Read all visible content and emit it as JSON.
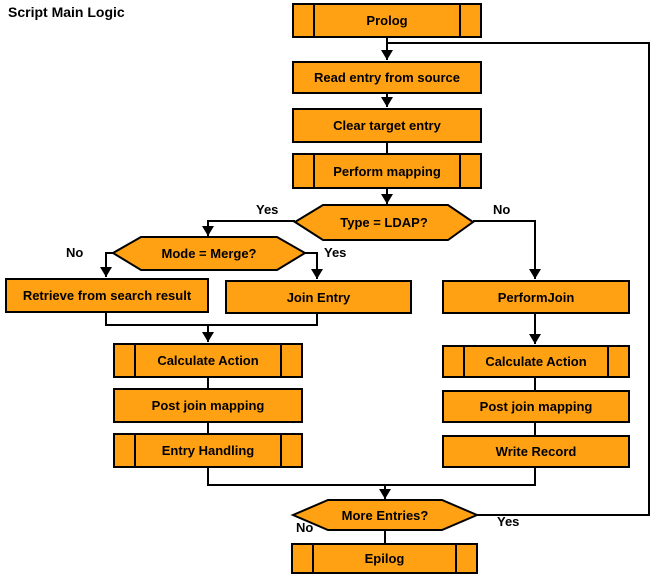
{
  "title": "Script Main Logic",
  "colors": {
    "node_fill": "#FFA113",
    "line": "#000000",
    "bg": "#FFFFFF",
    "text": "#000000"
  },
  "flowchart": {
    "nodes": {
      "prolog": {
        "label": "Prolog",
        "type": "predefined-process"
      },
      "read_entry": {
        "label": "Read entry from source",
        "type": "process"
      },
      "clear_target": {
        "label": "Clear target entry",
        "type": "process"
      },
      "perform_mapping": {
        "label": "Perform mapping",
        "type": "predefined-process"
      },
      "type_ldap": {
        "label": "Type = LDAP?",
        "type": "decision"
      },
      "mode_merge": {
        "label": "Mode = Merge?",
        "type": "decision"
      },
      "retrieve_search": {
        "label": "Retrieve from search result",
        "type": "process"
      },
      "join_entry": {
        "label": "Join Entry",
        "type": "process"
      },
      "perform_join": {
        "label": "PerformJoin",
        "type": "process"
      },
      "calculate_action_left": {
        "label": "Calculate Action",
        "type": "predefined-process"
      },
      "post_join_mapping_left": {
        "label": "Post join mapping",
        "type": "process"
      },
      "entry_handling": {
        "label": "Entry Handling",
        "type": "predefined-process"
      },
      "calculate_action_right": {
        "label": "Calculate Action",
        "type": "predefined-process"
      },
      "post_join_mapping_right": {
        "label": "Post join mapping",
        "type": "process"
      },
      "write_record": {
        "label": "Write Record",
        "type": "process"
      },
      "more_entries": {
        "label": "More Entries?",
        "type": "decision"
      },
      "epilog": {
        "label": "Epilog",
        "type": "predefined-process"
      }
    },
    "branch_labels": {
      "type_ldap_yes": "Yes",
      "type_ldap_no": "No",
      "mode_merge_no": "No",
      "mode_merge_yes": "Yes",
      "more_entries_no": "No",
      "more_entries_yes": "Yes"
    }
  }
}
